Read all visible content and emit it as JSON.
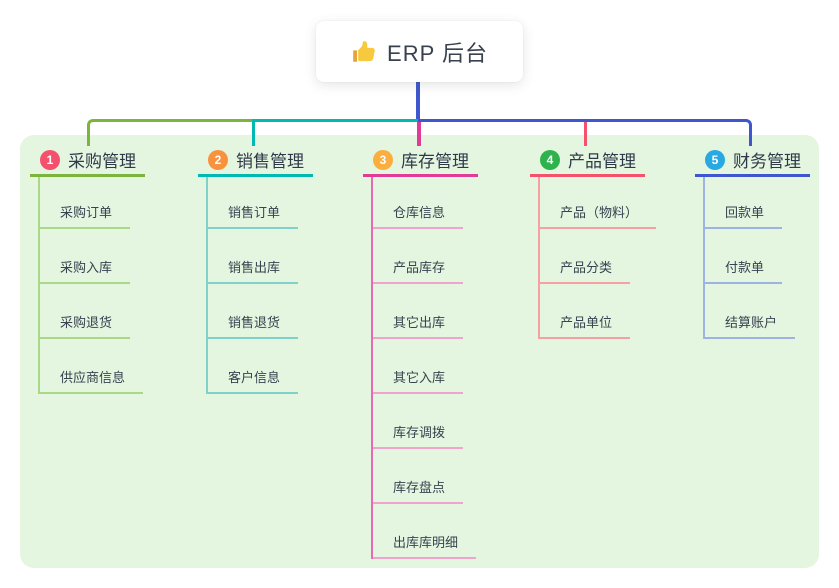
{
  "root": {
    "label": "ERP 后台",
    "icon": "thumbs-up-icon"
  },
  "branches": [
    {
      "number": "1",
      "label": "采购管理",
      "badge_color": "#f4516c",
      "line_color": "#7cb53e",
      "trunk_color": "#a9d887",
      "underline_color": "#a9d887",
      "children": [
        "采购订单",
        "采购入库",
        "采购退货",
        "供应商信息"
      ]
    },
    {
      "number": "2",
      "label": "销售管理",
      "badge_color": "#f9923d",
      "line_color": "#00b9b0",
      "trunk_color": "#7fd2c9",
      "underline_color": "#7fd2c9",
      "children": [
        "销售订单",
        "销售出库",
        "销售退货",
        "客户信息"
      ]
    },
    {
      "number": "3",
      "label": "库存管理",
      "badge_color": "#fbae3e",
      "line_color": "#e23a97",
      "trunk_color": "#e96ab2",
      "underline_color": "#f1a3ce",
      "children": [
        "仓库信息",
        "产品库存",
        "其它出库",
        "其它入库",
        "库存调拨",
        "库存盘点",
        "出库库明细"
      ]
    },
    {
      "number": "4",
      "label": "产品管理",
      "badge_color": "#2eb34c",
      "line_color": "#f4516c",
      "trunk_color": "#f7a0a3",
      "underline_color": "#f7a0a3",
      "children": [
        "产品（物料）",
        "产品分类",
        "产品单位"
      ]
    },
    {
      "number": "5",
      "label": "财务管理",
      "badge_color": "#29a9e1",
      "line_color": "#3e57cf",
      "trunk_color": "#9fb2e4",
      "underline_color": "#9fb2e4",
      "children": [
        "回款单",
        "付款单",
        "结算账户"
      ]
    }
  ],
  "colors": {
    "page_bg": "#ffffff",
    "panel_bg": "#e4f5e0",
    "card_bg": "#ffffff",
    "text_dark": "#323c4d",
    "stem_blue": "#3e57cf",
    "icon_yellow": "#f7c93e",
    "icon_yellow_dark": "#e8a33d"
  }
}
